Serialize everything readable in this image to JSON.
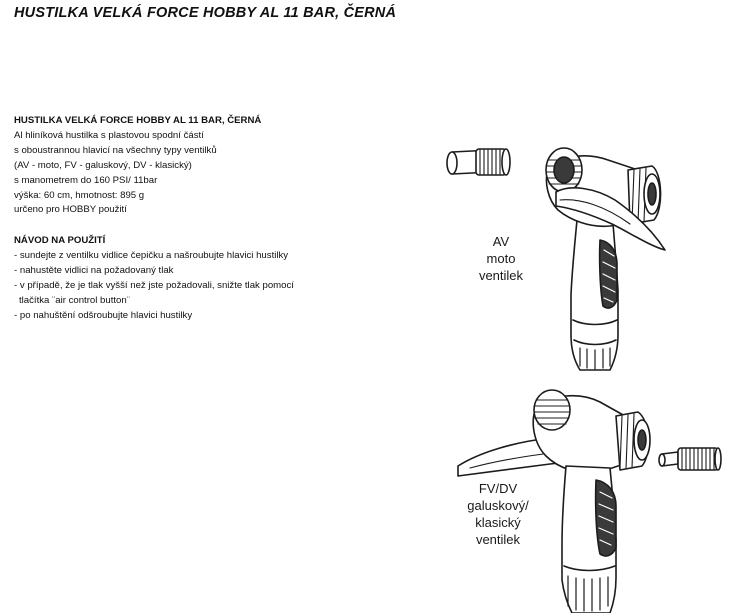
{
  "header": {
    "title": "HUSTILKA VELKÁ FORCE HOBBY AL 11 BAR, ČERNÁ"
  },
  "description": {
    "heading": "HUSTILKA VELKÁ FORCE HOBBY AL 11 BAR, ČERNÁ",
    "lines": [
      "Al hliníková hustilka s plastovou spodní částí",
      "s oboustrannou hlavicí na všechny typy ventilků",
      "(AV - moto, FV - galuskový, DV - klasický)",
      "s manometrem do 160 PSI/ 11bar",
      "výška: 60 cm, hmotnost: 895 g",
      "určeno pro HOBBY použití"
    ]
  },
  "instructions": {
    "heading": "NÁVOD NA POUŽITÍ",
    "lines": [
      "- sundejte z ventilku vidlice čepičku a našroubujte hlavici hustilky",
      "- nahustěte vidlici na požadovaný tlak",
      "- v případě, že je tlak vyšší než jste požadovali, snižte tlak pomocí",
      "tlačítka ¨air control button¨",
      "- po nahuštění odšroubujte hlavici hustilky"
    ]
  },
  "diagram": {
    "av_label": [
      "AV",
      "moto",
      "ventilek"
    ],
    "fv_label": [
      "FV/DV",
      "galuskový/",
      "klasický",
      "ventilek"
    ],
    "stroke_color": "#1c1c1c",
    "fill_color": "#ffffff",
    "grip_color": "#3a3a3a"
  }
}
